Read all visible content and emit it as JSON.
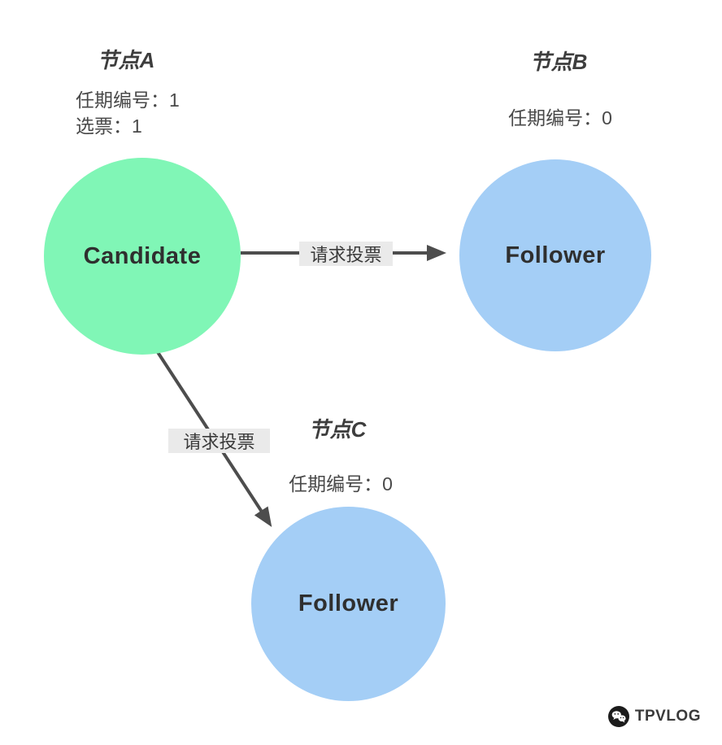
{
  "nodes": {
    "a": {
      "title": "节点A",
      "term_label": "任期编号：1",
      "votes_label": "选票：1",
      "role": "Candidate",
      "color": "#80F6B6"
    },
    "b": {
      "title": "节点B",
      "term_label": "任期编号：0",
      "role": "Follower",
      "color": "#A4CEF6"
    },
    "c": {
      "title": "节点C",
      "term_label": "任期编号：0",
      "role": "Follower",
      "color": "#A4CEF6"
    }
  },
  "edges": {
    "a_to_b": {
      "label": "请求投票"
    },
    "a_to_c": {
      "label": "请求投票"
    }
  },
  "watermark": {
    "text": "TPVLOG"
  },
  "colors": {
    "candidate_fill": "#80F6B6",
    "follower_fill": "#A4CEF6",
    "arrow": "#4D4D4D",
    "edge_label_bg": "#EAEAEA",
    "text": "#3D3D3D"
  }
}
